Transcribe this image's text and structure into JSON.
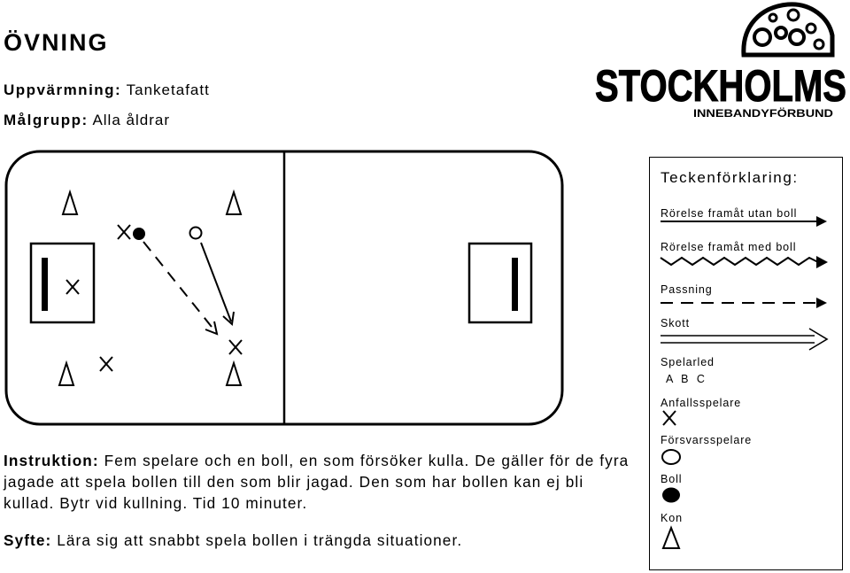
{
  "header": {
    "title": "ÖVNING",
    "warmup_label": "Uppvärmning:",
    "warmup_value": " Tanketafatt",
    "group_label": "Målgrupp:",
    "group_value": " Alla åldrar"
  },
  "logo": {
    "name": "STOCKHOLMS",
    "sub": "INNEBANDYFÖRBUND"
  },
  "legend": {
    "title": "Teckenförklaring:",
    "move_without_ball": "Rörelse framåt utan boll",
    "move_with_ball": "Rörelse framåt med boll",
    "pass": "Passning",
    "shot": "Skott",
    "player_order": "Spelarled",
    "order_letters": "A B C",
    "attacker": "Anfallsspelare",
    "defender": "Försvarsspelare",
    "ball": "Boll",
    "cone": "Kon"
  },
  "instructions": {
    "label": "Instruktion:",
    "text": " Fem spelare och en boll, en som försöker kulla. De gäller för de fyra jagade att spela bollen till den som blir jagad. Den som har bollen kan ej bli kullad. Bytr vid kullning. Tid 10 minuter."
  },
  "purpose": {
    "label": "Syfte:",
    "text": " Lära sig att snabbt spela bollen i trängda situationer."
  },
  "field": {
    "attacker_symbol": "X",
    "icons": [
      "cone-icon",
      "attacker-icon",
      "defender-icon",
      "ball-icon",
      "goal-icon"
    ]
  }
}
